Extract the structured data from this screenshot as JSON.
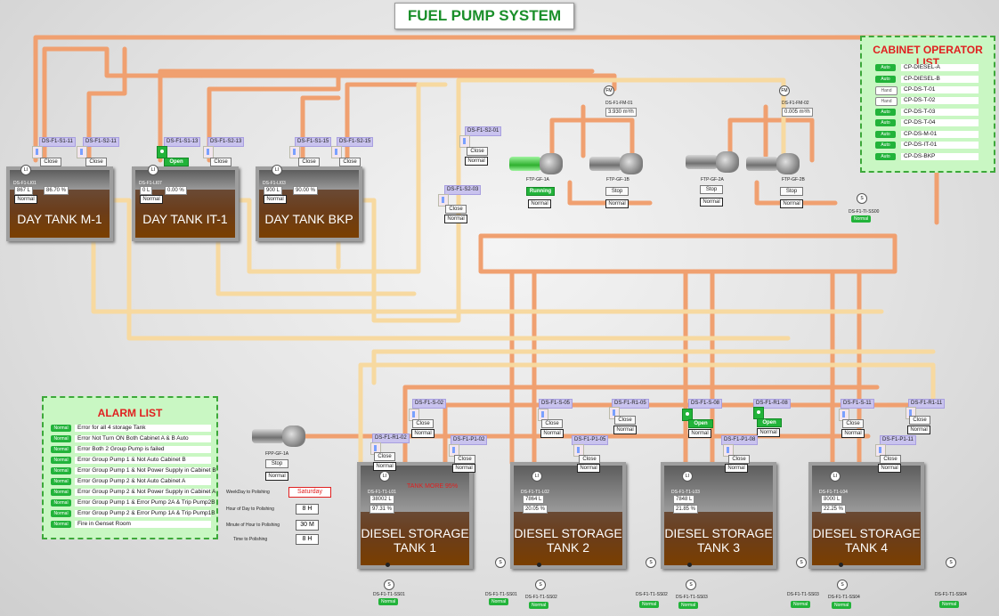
{
  "title": "FUEL PUMP SYSTEM",
  "day_tanks": [
    {
      "name": "DAY TANK M-1",
      "level_tag": "DS-F1-LI01",
      "volume": "867 L",
      "percent": "86.70 %",
      "status": "Normal"
    },
    {
      "name": "DAY TANK IT-1",
      "level_tag": "DS-F1-LI07",
      "volume": "0 L",
      "percent": "0.00 %",
      "status": "Normal"
    },
    {
      "name": "DAY TANK BKP",
      "level_tag": "DS-F1-LI03",
      "volume": "900 L",
      "percent": "90.00 %",
      "status": "Normal"
    }
  ],
  "day_valves": [
    {
      "tag": "DS-F1-S1-11",
      "state": "Close"
    },
    {
      "tag": "DS-F1-S2-11",
      "state": "Close"
    },
    {
      "tag": "DS-F1-S1-13",
      "state": "Open"
    },
    {
      "tag": "DS-F1-S2-13",
      "state": "Close"
    },
    {
      "tag": "DS-F1-S1-15",
      "state": "Close"
    },
    {
      "tag": "DS-F1-S2-15",
      "state": "Close"
    }
  ],
  "upper_valves": [
    {
      "tag": "DS-F1-S2-01",
      "state": "Close",
      "status": "Normal"
    },
    {
      "tag": "DS-F1-S2-03",
      "state": "Close",
      "status": "Normal"
    }
  ],
  "flow_meters": [
    {
      "tag": "DS-F1-FM-01",
      "value": "3.930 m³/h"
    },
    {
      "tag": "DS-F1-FM-02",
      "value": "0.005 m³/h"
    }
  ],
  "pumps": [
    {
      "tag": "FTP-GF-1A",
      "state": "Running",
      "status": "Normal"
    },
    {
      "tag": "FTP-GF-1B",
      "state": "Stop",
      "status": "Normal"
    },
    {
      "tag": "FTP-GF-2A",
      "state": "Stop",
      "status": "Normal"
    },
    {
      "tag": "FTP-GF-2B",
      "state": "Stop",
      "status": "Normal"
    },
    {
      "tag": "FPP-GF-1A",
      "state": "Stop",
      "status": "Normal"
    }
  ],
  "sensor_right": {
    "tag": "DS-F1-TI-SS00",
    "status": "Normal"
  },
  "cabinet": {
    "title": "CABINET OPERATOR LIST",
    "items": [
      {
        "mode": "Auto",
        "name": "CP-DIESEL-A"
      },
      {
        "mode": "Auto",
        "name": "CP-DIESEL-B"
      },
      {
        "mode": "Hand",
        "name": "CP-DS-T-01"
      },
      {
        "mode": "Hand",
        "name": "CP-DS-T-02"
      },
      {
        "mode": "Auto",
        "name": "CP-DS-T-03"
      },
      {
        "mode": "Auto",
        "name": "CP-DS-T-04"
      },
      {
        "mode": "Auto",
        "name": "CP-DS-M-01"
      },
      {
        "mode": "Auto",
        "name": "CP-DS-IT-01"
      },
      {
        "mode": "Auto",
        "name": "CP-DS-BKP"
      }
    ]
  },
  "alarm": {
    "title": "ALARM LIST",
    "items": [
      {
        "status": "Normal",
        "text": "Error for all 4 storage Tank"
      },
      {
        "status": "Normal",
        "text": "Error Not Turn ON Both Cabinet A & B Auto"
      },
      {
        "status": "Normal",
        "text": "Error Both 2 Group Pump is failed"
      },
      {
        "status": "Normal",
        "text": "Error Group Pump 1 & Not Auto Cabinet B"
      },
      {
        "status": "Normal",
        "text": "Error Group Pump 1 & Not Power Supply in Cabinet B"
      },
      {
        "status": "Normal",
        "text": "Error Group Pump 2 & Not Auto Cabinet A"
      },
      {
        "status": "Normal",
        "text": "Error Group Pump 2 & Not Power Supply in Cabinet A"
      },
      {
        "status": "Normal",
        "text": "Error Group Pump 1 & Error Pump 2A & Trip Pump2B"
      },
      {
        "status": "Normal",
        "text": "Error Group Pump 2 & Error Pump 1A & Trip Pump1B"
      },
      {
        "status": "Normal",
        "text": "Fire in Genset Room"
      }
    ]
  },
  "polishing": [
    {
      "label": "WeekDay to Polishing",
      "value": "Saturday"
    },
    {
      "label": "Hour of Day to Polishing",
      "value": "8 H"
    },
    {
      "label": "Minute of Hour to Polishing",
      "value": "30 M"
    },
    {
      "label": "Time to Polishing",
      "value": "8 H"
    }
  ],
  "storage_tanks": [
    {
      "name1": "DIESEL STORAGE",
      "name2": "TANK 1",
      "level_tag": "DS-F1-T1-L01",
      "volume": "38002 L",
      "percent": "97.31 %",
      "warning": "TANK MORE 95%"
    },
    {
      "name1": "DIESEL STORAGE",
      "name2": "TANK 2",
      "level_tag": "DS-F1-T1-L02",
      "volume": "7864 L",
      "percent": "20.05 %",
      "warning": ""
    },
    {
      "name1": "DIESEL STORAGE",
      "name2": "TANK 3",
      "level_tag": "DS-F1-T1-L03",
      "volume": "7848 L",
      "percent": "21.85 %",
      "warning": ""
    },
    {
      "name1": "DIESEL STORAGE",
      "name2": "TANK 4",
      "level_tag": "DS-F1-T1-L04",
      "volume": "8000 L",
      "percent": "22.25 %",
      "warning": ""
    }
  ],
  "storage_valves": [
    {
      "tag": "DS-F1-S-02",
      "state": "Close",
      "status": "Normal"
    },
    {
      "tag": "DS-F1-R1-02",
      "state": "Close",
      "status": "Normal"
    },
    {
      "tag": "DS-F1-P1-02",
      "state": "Close",
      "status": "Normal"
    },
    {
      "tag": "DS-F1-S-05",
      "state": "Close",
      "status": "Normal"
    },
    {
      "tag": "DS-F1-R1-05",
      "state": "Close",
      "status": "Normal"
    },
    {
      "tag": "DS-F1-P1-05",
      "state": "Close",
      "status": "Normal"
    },
    {
      "tag": "DS-F1-S-08",
      "state": "Open",
      "status": "Normal"
    },
    {
      "tag": "DS-F1-R1-08",
      "state": "Open",
      "status": "Normal"
    },
    {
      "tag": "DS-F1-P1-08",
      "state": "Close",
      "status": "Normal"
    },
    {
      "tag": "DS-F1-S-11",
      "state": "Close",
      "status": "Normal"
    },
    {
      "tag": "DS-F1-R1-11",
      "state": "Close",
      "status": "Normal"
    },
    {
      "tag": "DS-F1-P1-11",
      "state": "Close",
      "status": "Normal"
    }
  ],
  "bottom_sensors": [
    {
      "tag": "DS-F1-T1-SS01",
      "status": "Normal"
    },
    {
      "tag": "DS-F1-T1-SS01",
      "status": "Normal"
    },
    {
      "tag": "DS-F1-T1-SS02",
      "status": "Normal"
    },
    {
      "tag": "DS-F1-T1-SS02",
      "status": "Normal"
    },
    {
      "tag": "DS-F1-T1-SS03",
      "status": "Normal"
    },
    {
      "tag": "DS-F1-T1-SS03",
      "status": "Normal"
    },
    {
      "tag": "DS-F1-T1-SS04",
      "status": "Normal"
    },
    {
      "tag": "DS-F1-T1-SS04",
      "status": "Normal"
    }
  ],
  "colors": {
    "pipe_orange": "#f0a070",
    "pipe_yellow": "#f7d9a0",
    "ok_green": "#22b33a",
    "alarm_red": "#e02020",
    "fuel_brown": "#7a3f00"
  }
}
